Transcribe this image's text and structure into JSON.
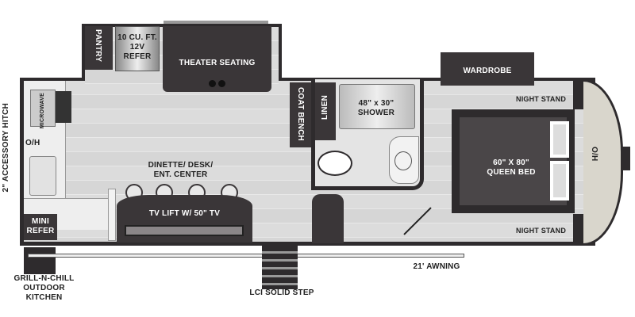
{
  "labels": {
    "pantry": "PANTRY",
    "refer": "10 CU. FT. 12V REFER",
    "theater_seating": "THEATER SEATING",
    "microwave": "MICROWAVE",
    "oh_kitchen": "O/H",
    "dinette": "DINETTE/ DESK/ ENT. CENTER",
    "tv_lift": "TV LIFT W/ 50\" TV",
    "mini_refer": "MINI REFER",
    "coat_bench": "COAT BENCH",
    "linen": "LINEN",
    "shower": "48\" x 30\" SHOWER",
    "wardrobe": "WARDROBE",
    "night_stand_top": "NIGHT STAND",
    "night_stand_bottom": "NIGHT STAND",
    "queen_bed": "60\" X 80\" QUEEN BED",
    "oh_front": "O/H",
    "hitch": "2\" ACCESSORY HITCH",
    "grill": "GRILL-N-CHILL OUTDOOR KITCHEN",
    "step": "LCI SOLID STEP",
    "awning": "21' AWNING"
  },
  "colors": {
    "dark": "#3a3638",
    "floor": "#dcdcdc",
    "cap": "#d9d6cc"
  }
}
